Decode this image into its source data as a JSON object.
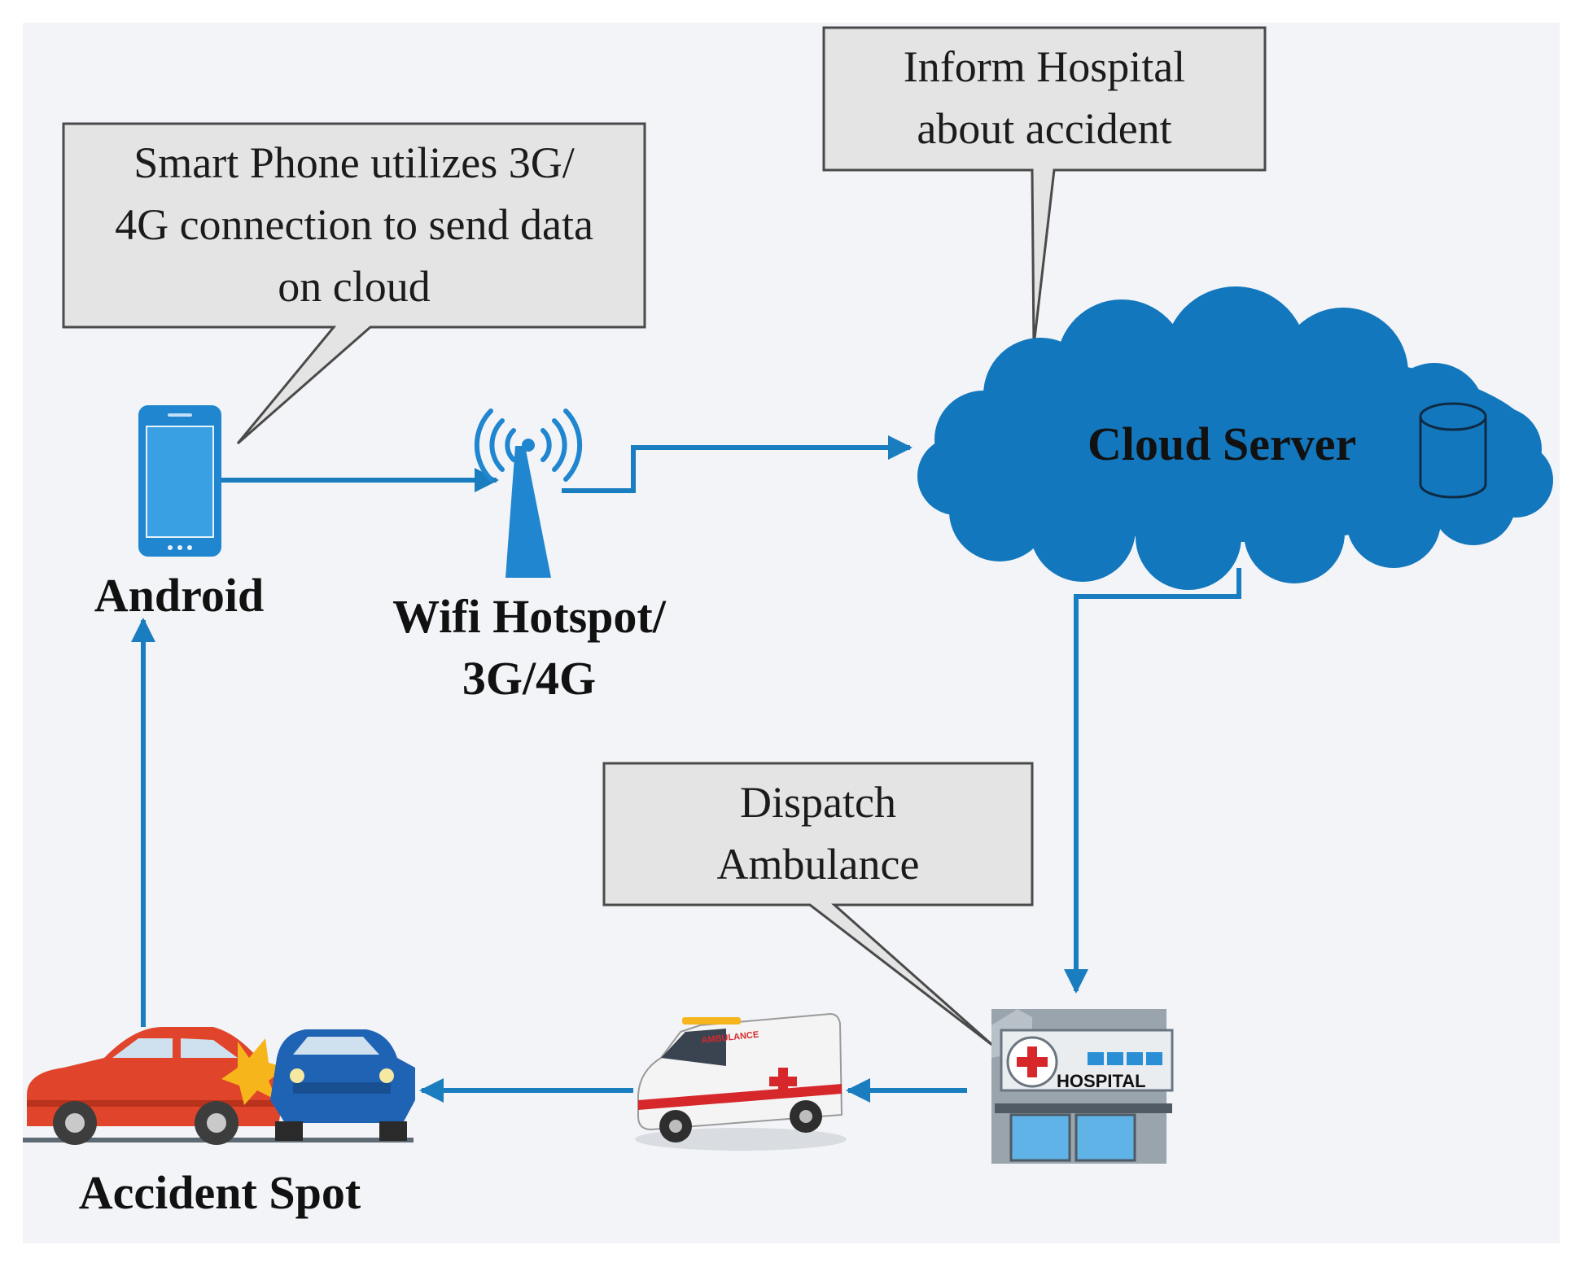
{
  "callouts": {
    "smartphone": "Smart Phone utilizes 3G/\n4G connection to send data\non cloud",
    "hospital": "Inform Hospital\nabout accident",
    "ambulance": "Dispatch\nAmbulance"
  },
  "nodes": {
    "android": "Android",
    "hotspot": "Wifi Hotspot/\n3G/4G",
    "cloud": "Cloud Server",
    "accident": "Accident Spot"
  },
  "signs": {
    "hospital": "HOSPITAL",
    "ambulance": "AMBULANCE"
  },
  "colors": {
    "arrow": "#1a7dc0",
    "cloud": "#1377bd",
    "phone": "#1f86cf",
    "callout_fill": "#e4e4e4",
    "callout_border": "#4a4a4a"
  }
}
